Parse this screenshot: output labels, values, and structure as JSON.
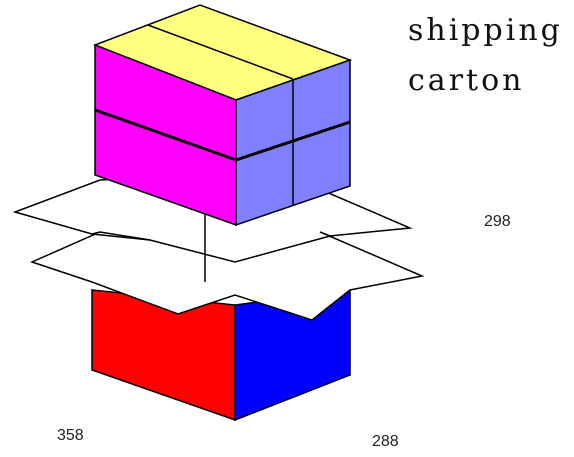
{
  "title": {
    "line1": "shipping",
    "line2": "carton"
  },
  "dimensions": {
    "height": "298",
    "length": "358",
    "width": "288"
  },
  "colors": {
    "lid_top": "#ffff80",
    "lid_front": "#ff00ff",
    "lid_side": "#8080ff",
    "box_front": "#ff0000",
    "box_side": "#0000ff",
    "flaps": "#ffffff",
    "outline": "#000000"
  }
}
